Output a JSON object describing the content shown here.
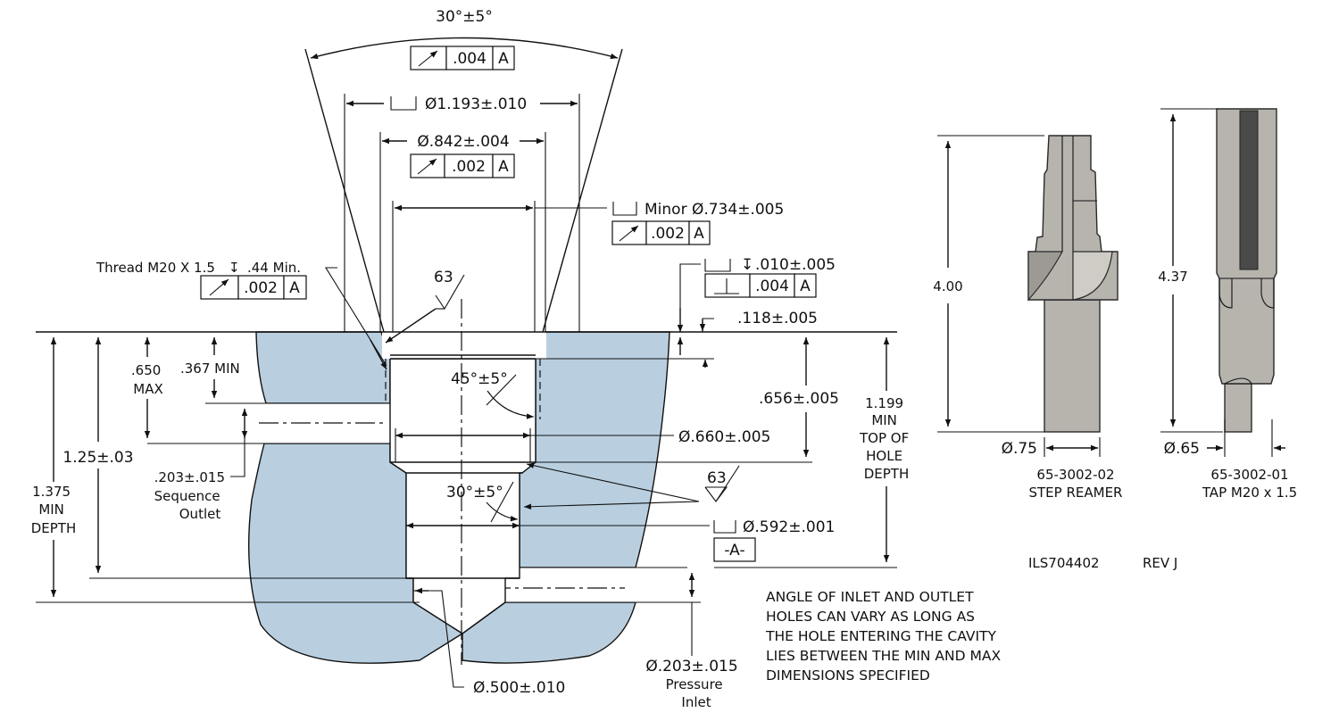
{
  "drawing": {
    "document_number": "ILS704402",
    "revision": "REV J",
    "colors": {
      "section_fill": "#b9cfe0",
      "tool_fill": "#b7b4ae",
      "line": "#111111"
    }
  },
  "cavity_view": {
    "top_angle": {
      "text": "30°±5°",
      "fcf": {
        "symbol": "circular-runout",
        "tolerance": ".004",
        "datum": "A"
      }
    },
    "counterbore_diameter": {
      "text": "Ø1.193±.010",
      "symbol": "counterbore"
    },
    "upper_diameter": {
      "text": "Ø.842±.004",
      "fcf": {
        "symbol": "circular-runout",
        "tolerance": ".002",
        "datum": "A"
      }
    },
    "minor_diameter": {
      "text": "Minor Ø.734±.005",
      "symbol": "counterbore",
      "fcf": {
        "symbol": "circular-runout",
        "tolerance": ".002",
        "datum": "A"
      }
    },
    "thread_callout": {
      "text": "Thread M20 X 1.5",
      "depth_symbol": "↧",
      "depth_text": ".44 Min.",
      "fcf": {
        "symbol": "circular-runout",
        "tolerance": ".002",
        "datum": "A"
      }
    },
    "counterbore_depth": {
      "text": ".010±.005",
      "symbol": "counterbore-depth",
      "fcf": {
        "symbol": "perpendicularity",
        "tolerance": ".004",
        "datum": "A"
      }
    },
    "thread_relief_depth": {
      "text": ".118±.005"
    },
    "surface_finish_upper": {
      "value": "63"
    },
    "surface_finish_lower": {
      "value": "63"
    },
    "chamfer_upper": {
      "text": "45°±5°"
    },
    "chamfer_lower": {
      "text": "30°±5°"
    },
    "bore_diameter": {
      "text": "Ø.660±.005"
    },
    "bore_depth": {
      "text": ".656±.005"
    },
    "datum_diameter": {
      "text": "Ø.592±.001",
      "symbol": "counterbore",
      "datum_label": "-A-"
    },
    "top_of_hole_depth": {
      "lines": [
        "1.199",
        "MIN",
        "TOP OF",
        "HOLE",
        "DEPTH"
      ]
    },
    "outlet_max": {
      "lines": [
        ".650",
        "MAX"
      ]
    },
    "outlet_min": {
      "text": ".367 MIN"
    },
    "outlet_diameter": {
      "text": ".203±.015",
      "lines": [
        "Sequence",
        "Outlet"
      ]
    },
    "overall_depth": {
      "text": "1.25±.03"
    },
    "min_depth": {
      "lines": [
        "1.375",
        "MIN",
        "DEPTH"
      ]
    },
    "inlet_diameter": {
      "text": "Ø.203±.015",
      "lines": [
        "Pressure",
        "Inlet"
      ]
    },
    "bottom_diameter": {
      "text": "Ø.500±.010"
    },
    "note": {
      "lines": [
        "ANGLE OF INLET AND OUTLET",
        "HOLES CAN VARY AS LONG AS",
        "THE HOLE ENTERING THE CAVITY",
        "LIES BETWEEN THE MIN AND MAX",
        "DIMENSIONS SPECIFIED"
      ]
    }
  },
  "tools": [
    {
      "part_number": "65-3002-02",
      "name": "STEP REAMER",
      "length": "4.00",
      "diameter": "Ø.75"
    },
    {
      "part_number": "65-3002-01",
      "name": "TAP M20 x 1.5",
      "length": "4.37",
      "diameter": "Ø.65"
    }
  ]
}
